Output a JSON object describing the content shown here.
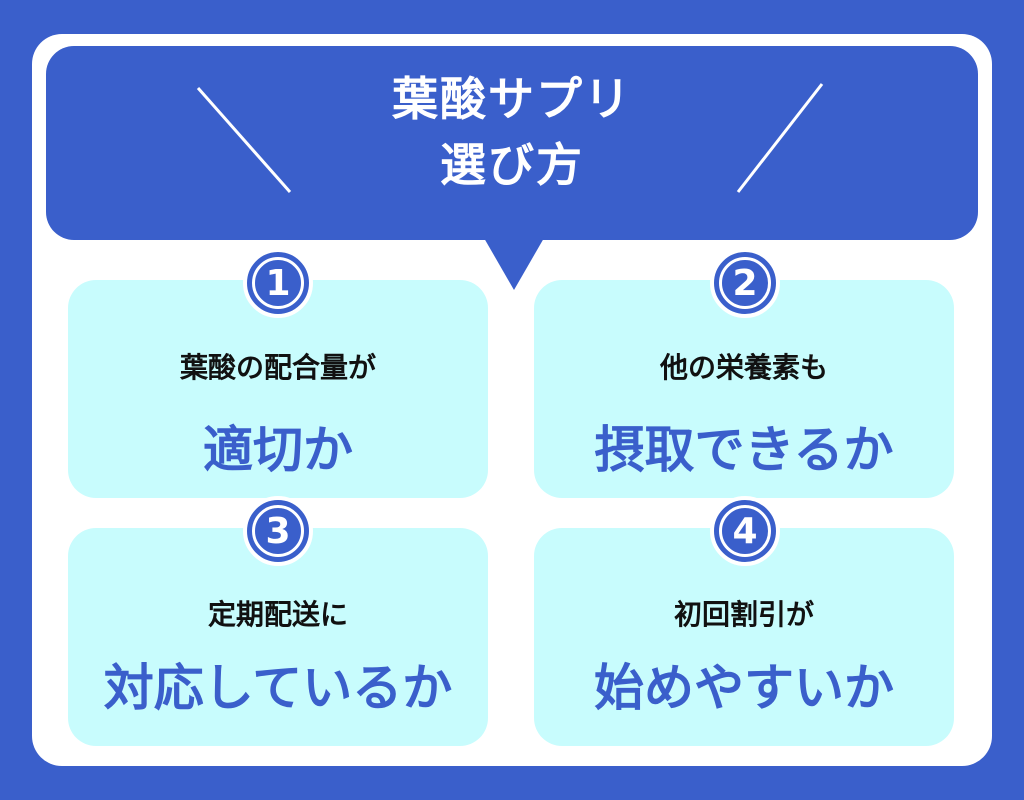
{
  "title": {
    "line1": "葉酸サプリ",
    "line2": "選び方"
  },
  "cards": [
    {
      "number": "1",
      "caption": "葉酸の配合量が",
      "headline": "適切か"
    },
    {
      "number": "2",
      "caption": "他の栄養素も",
      "headline": "摂取できるか"
    },
    {
      "number": "3",
      "caption": "定期配送に",
      "headline": "対応しているか"
    },
    {
      "number": "4",
      "caption": "初回割引が",
      "headline": "始めやすいか"
    }
  ],
  "colors": {
    "primary": "#3a5fcb",
    "card_bg": "#c8fcfd",
    "caption": "#111111",
    "frame": "#ffffff"
  }
}
